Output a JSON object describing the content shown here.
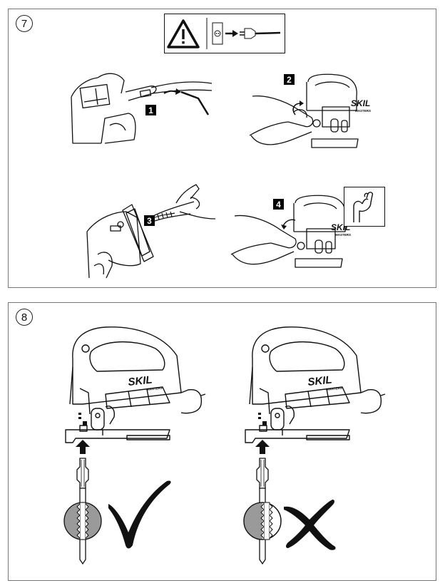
{
  "figure7": {
    "number": "7",
    "steps": [
      "1",
      "2",
      "3",
      "4"
    ],
    "icons": [
      "warning-triangle-icon",
      "unplug-arrow-icon",
      "plug-icon",
      "allen-key-icon",
      "flexed-arm-icon"
    ]
  },
  "figure8": {
    "number": "8",
    "icons": [
      "up-arrow-icon",
      "checkmark-icon",
      "cross-icon"
    ]
  },
  "brand": {
    "name": "SKIL",
    "sub": "MASTERS"
  },
  "colors": {
    "line": "#111111",
    "shade": "#9a9a9a",
    "frame": "#777777"
  }
}
